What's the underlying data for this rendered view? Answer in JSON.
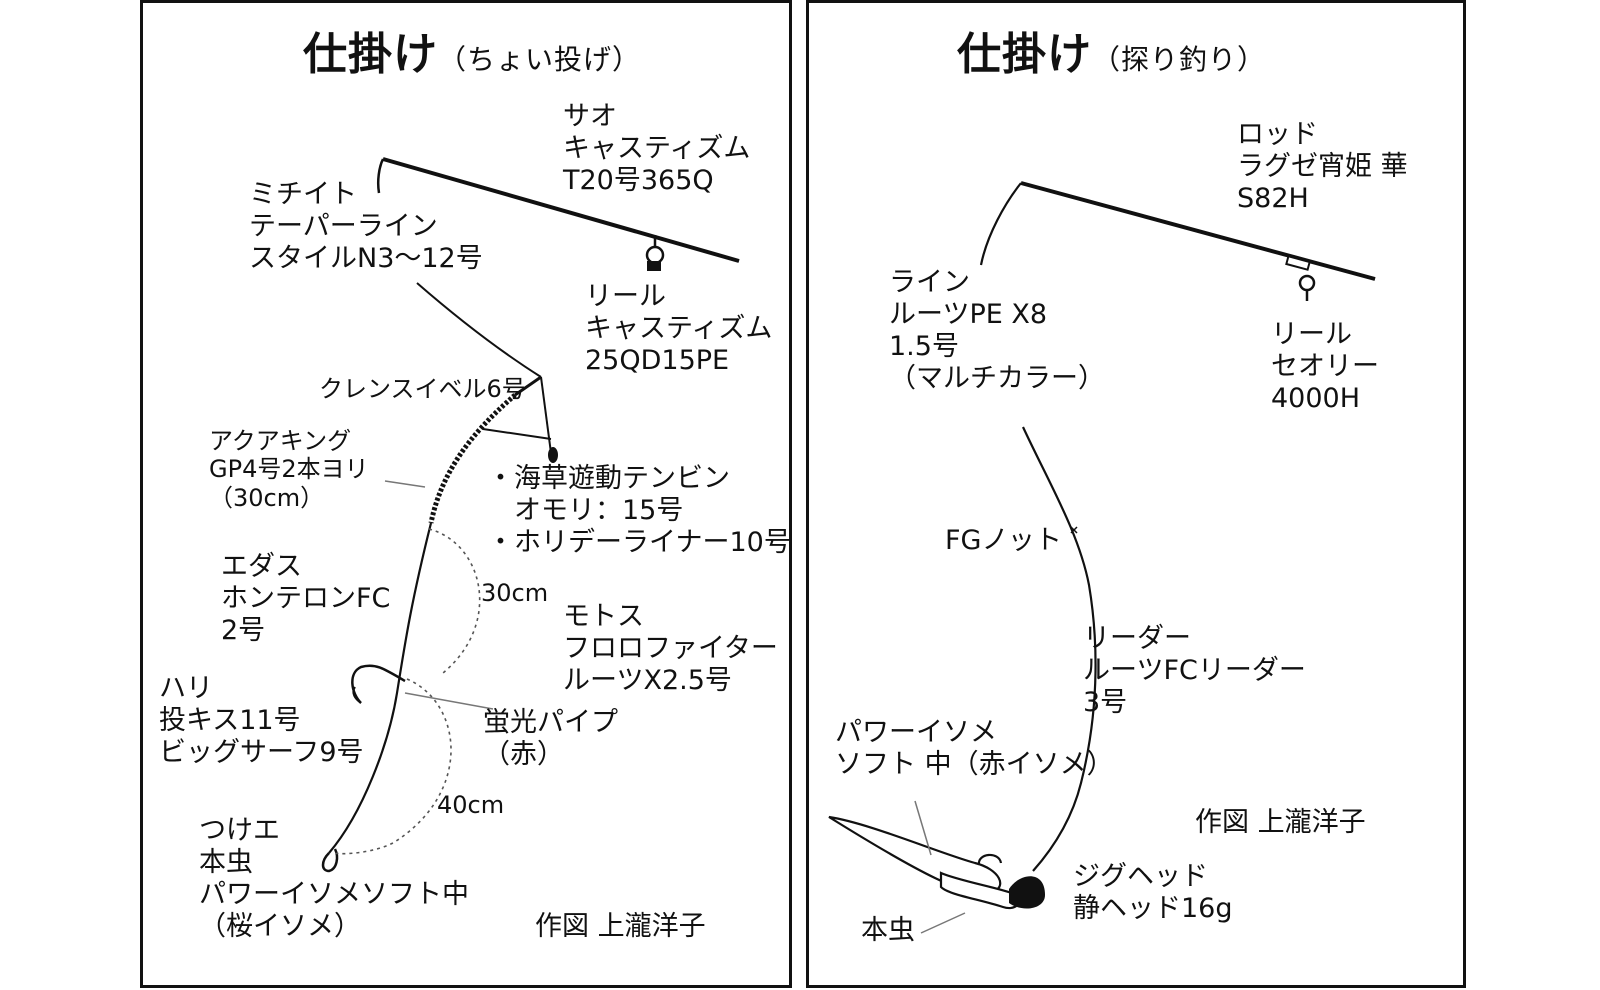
{
  "left": {
    "title_main": "仕掛け",
    "title_sub": "（ちょい投げ）",
    "rod": [
      "サオ",
      "キャスティズム",
      "T20号365Q"
    ],
    "michito": [
      "ミチイト",
      "テーパーライン",
      "スタイルN3〜12号"
    ],
    "reel": [
      "リール",
      "キャスティズム",
      "25QD15PE"
    ],
    "swivel": "クレンスイベル6号",
    "aquaking": [
      "アクアキング",
      "GP4号2本ヨリ",
      "（30cm）"
    ],
    "tenbin": [
      "・海草遊動テンビン",
      "　オモリ：15号",
      "・ホリデーライナー10号"
    ],
    "edas": [
      "エダス",
      "ホンテロンFC",
      "2号"
    ],
    "len30": "30cm",
    "motosu": [
      "モトス",
      "フロロファイター",
      "ルーツX2.5号"
    ],
    "hari": [
      "ハリ",
      "投キス11号",
      "ビッグサーフ9号"
    ],
    "pipe": [
      "蛍光パイプ",
      "（赤）"
    ],
    "len40": "40cm",
    "bait": [
      "つけエ",
      "本虫",
      "パワーイソメソフト中",
      "（桜イソメ）"
    ],
    "credit": "作図 上瀧洋子"
  },
  "right": {
    "title_main": "仕掛け",
    "title_sub": "（探り釣り）",
    "rod": [
      "ロッド",
      "ラグゼ宵姫 華",
      "S82H"
    ],
    "line": [
      "ライン",
      "ルーツPE X8",
      "1.5号",
      "（マルチカラー）"
    ],
    "reel": [
      "リール",
      "セオリー",
      "4000H"
    ],
    "knot": "FGノット",
    "leader": [
      "リーダー",
      "ルーツFCリーダー",
      "3号"
    ],
    "worm": [
      "パワーイソメ",
      "ソフト 中（赤イソメ）"
    ],
    "credit": "作図 上瀧洋子",
    "jighead": [
      "ジグヘッド",
      "静ヘッド16g"
    ],
    "honmushi": "本虫"
  }
}
